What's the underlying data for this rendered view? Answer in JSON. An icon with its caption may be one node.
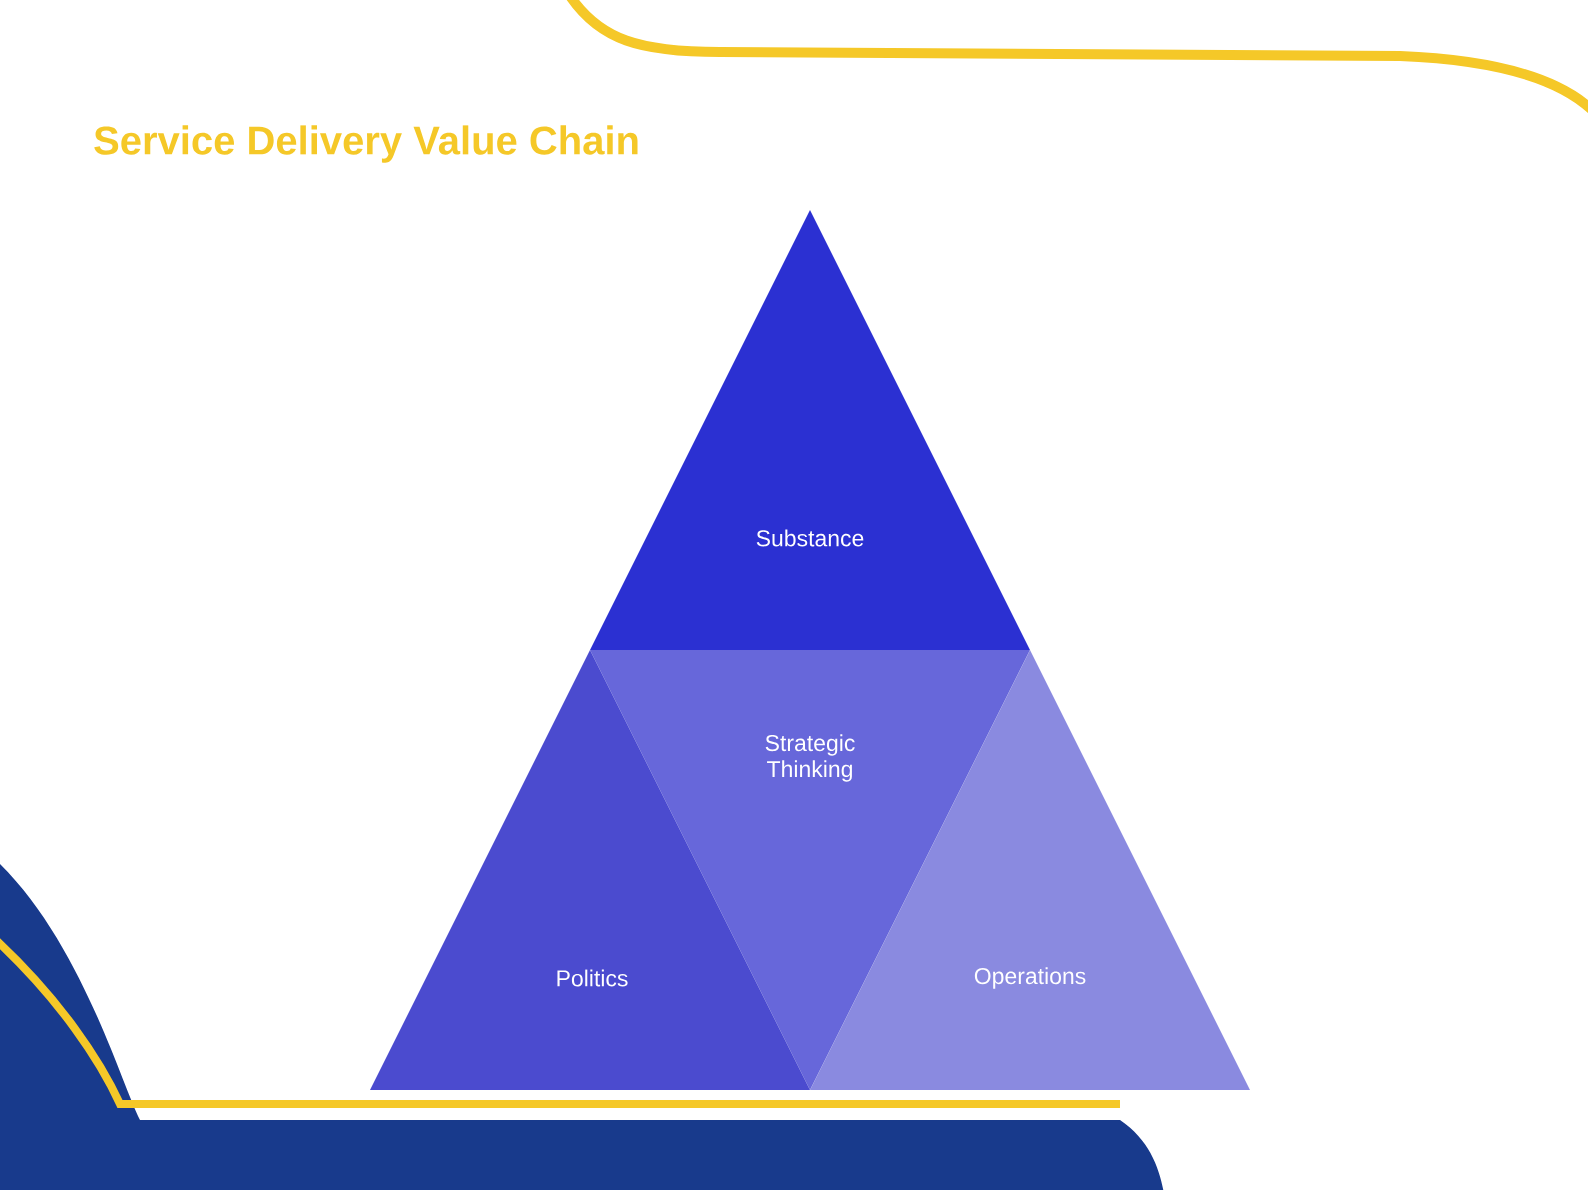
{
  "diagram": {
    "title": "Service Delivery Value Chain",
    "nodes": [
      {
        "text": [
          "Substance"
        ]
      },
      {
        "text": [
          "Strategic Thinking"
        ]
      },
      {
        "text": [
          "Politics"
        ]
      },
      {
        "text": [
          "Operations"
        ]
      }
    ]
  }
}
